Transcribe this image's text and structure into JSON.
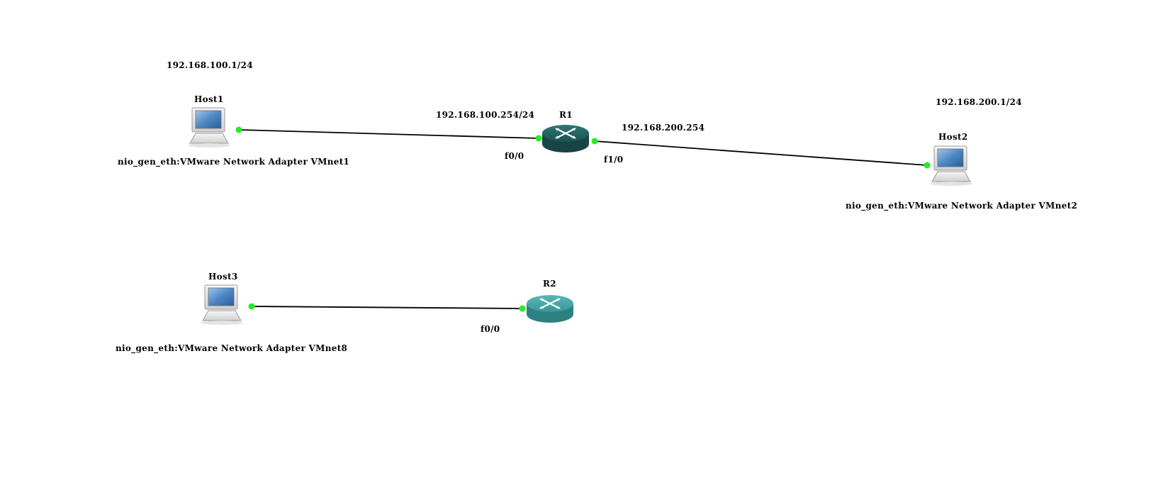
{
  "topology": {
    "nodes": {
      "host1": {
        "name": "Host1",
        "type": "host",
        "adapter": "nio_gen_eth:VMware Network Adapter VMnet1",
        "ip": "192.168.100.1/24"
      },
      "host2": {
        "name": "Host2",
        "type": "host",
        "adapter": "nio_gen_eth:VMware Network Adapter VMnet2",
        "ip": "192.168.200.1/24"
      },
      "host3": {
        "name": "Host3",
        "type": "host",
        "adapter": "nio_gen_eth:VMware Network Adapter VMnet8"
      },
      "r1": {
        "name": "R1",
        "type": "router",
        "color": "#1f5a5a",
        "ip_left": "192.168.100.254/24",
        "ip_right": "192.168.200.254"
      },
      "r2": {
        "name": "R2",
        "type": "router",
        "color": "#3b9a9c"
      }
    },
    "links": [
      {
        "from": "host1",
        "to": "r1",
        "to_port": "f0/0"
      },
      {
        "from": "r1",
        "to": "host2",
        "from_port": "f1/0"
      },
      {
        "from": "host3",
        "to": "r2",
        "to_port": "f0/0"
      }
    ],
    "colors": {
      "link": "#000000",
      "port_indicator": "#22ee22"
    }
  }
}
